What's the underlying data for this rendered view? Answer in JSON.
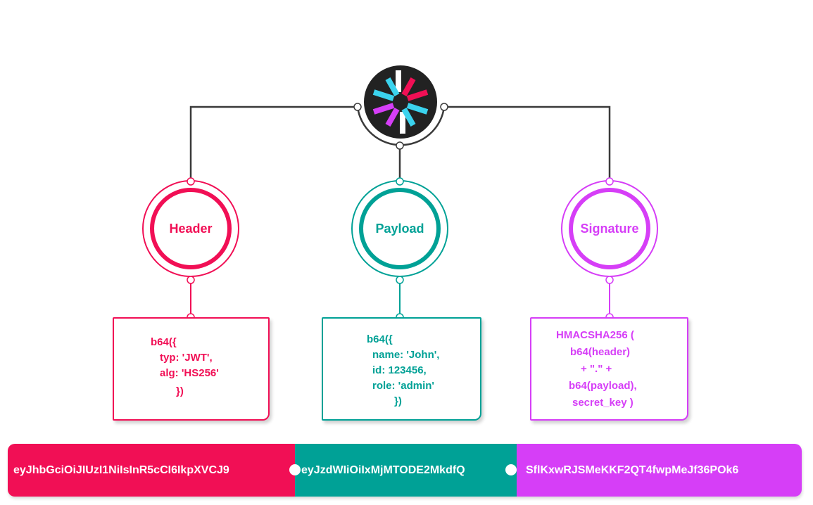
{
  "colors": {
    "header": "#f10f55",
    "payload": "#00a196",
    "signature": "#d63ef7",
    "connector": "#3a3a3a",
    "logo_bg": "#222222"
  },
  "logo": {
    "icon": "jwt-logo-icon"
  },
  "nodes": {
    "header": {
      "label": "Header"
    },
    "payload": {
      "label": "Payload"
    },
    "signature": {
      "label": "Signature"
    }
  },
  "boxes": {
    "header": [
      "b64({",
      "typ: 'JWT',",
      "alg: 'HS256'",
      "})"
    ],
    "payload": [
      "b64({",
      "name: 'John',",
      "id: 123456,",
      "role: 'admin'",
      "})"
    ],
    "signature": [
      "HMACSHA256 (",
      "b64(header)",
      "+ \".\" +",
      "b64(payload),",
      "secret_key )"
    ]
  },
  "token": {
    "header": "eyJhbGciOiJIUzI1NiIsInR5cCI6IkpXVCJ9",
    "payload": "eyJzdWIiOiIxMjMTODE2MkdfQ",
    "signature": "SflKxwRJSMeKKF2QT4fwpMeJf36POk6"
  }
}
